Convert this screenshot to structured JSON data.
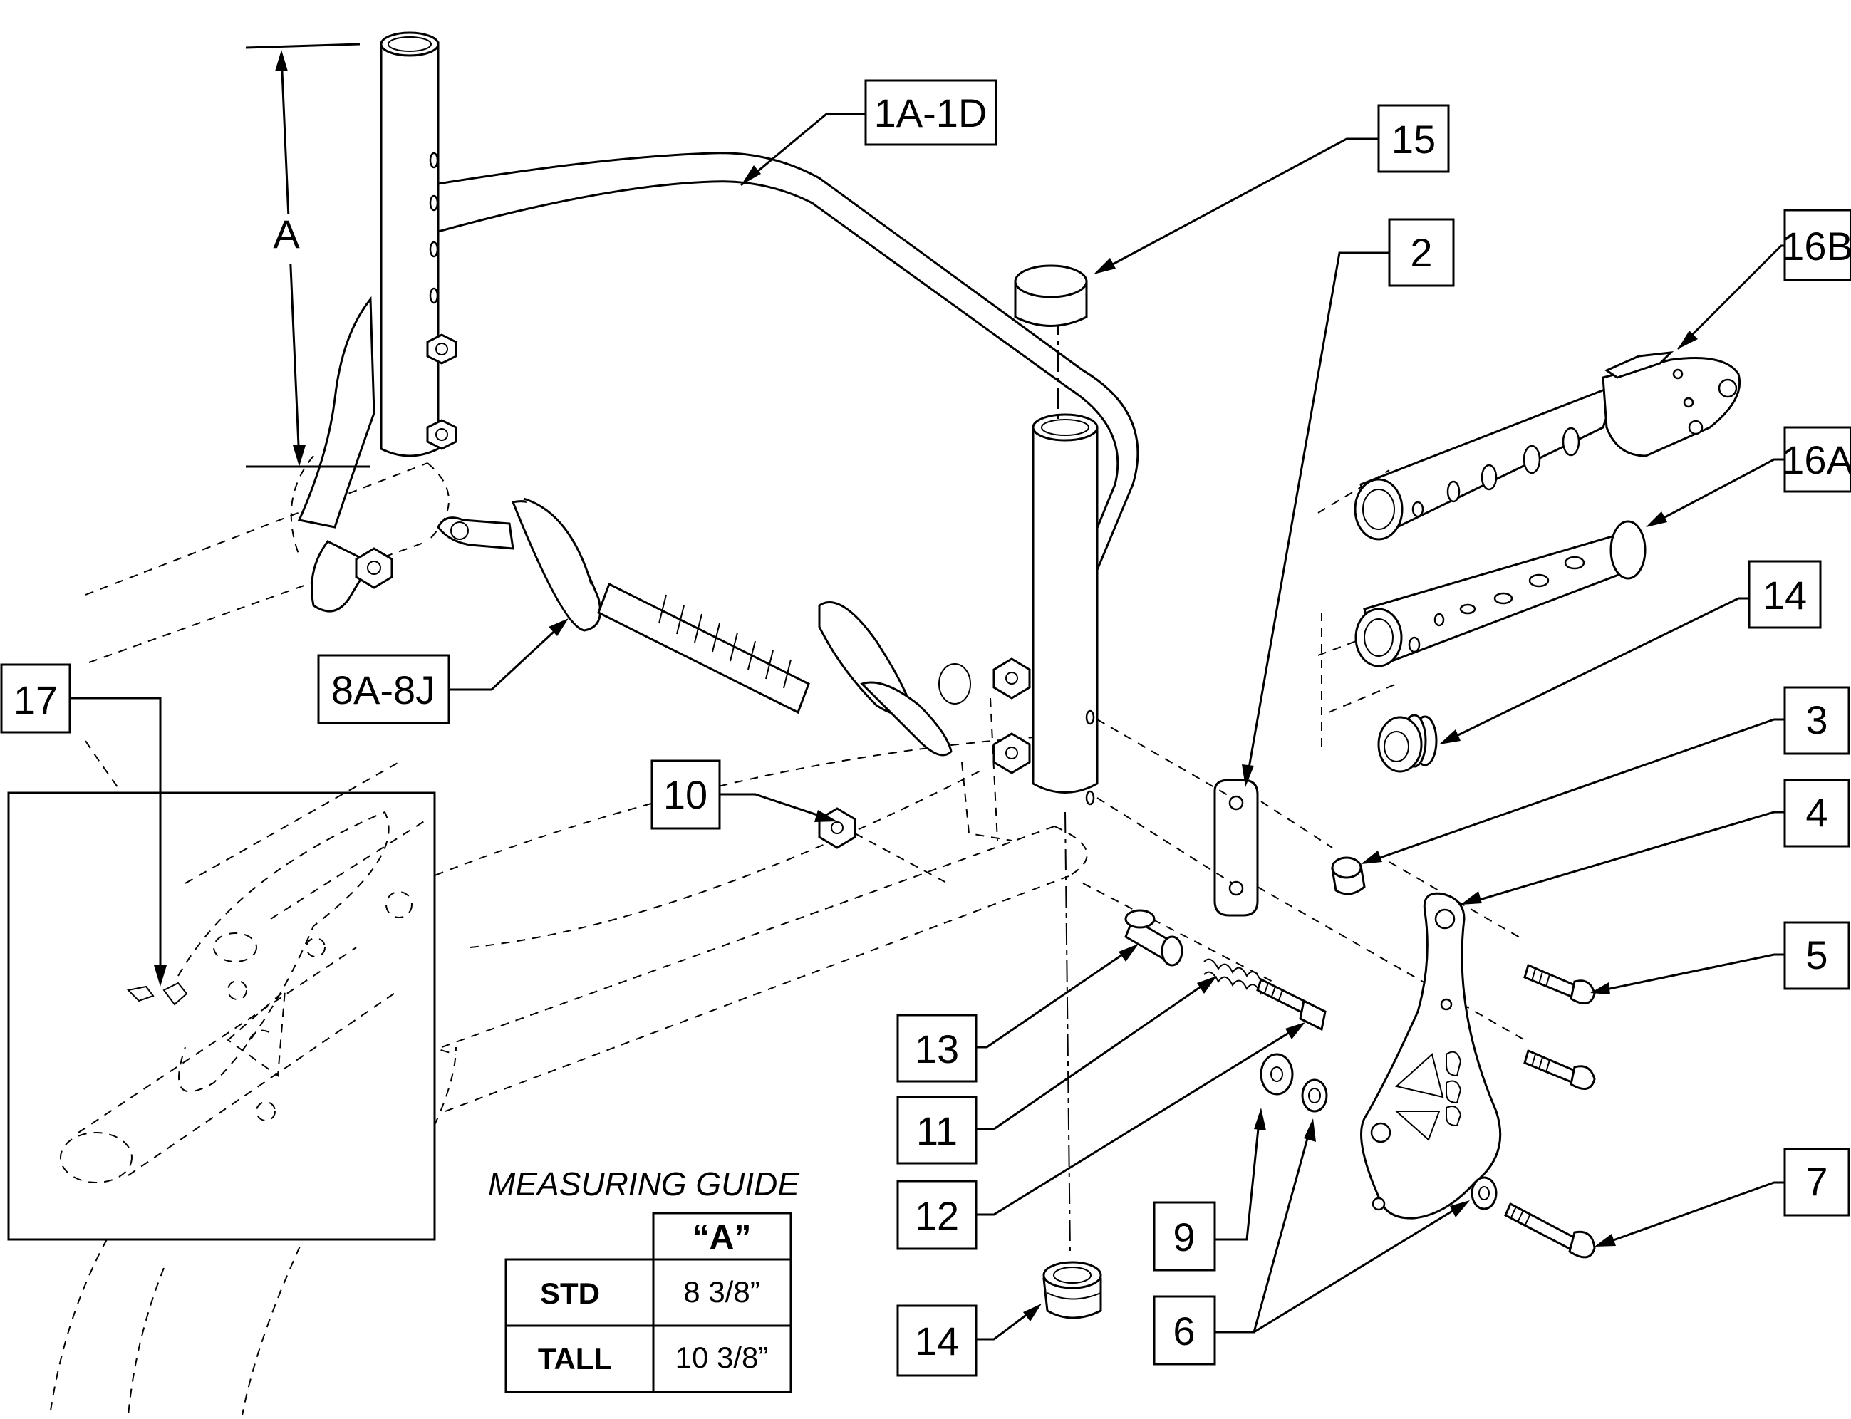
{
  "callouts": [
    {
      "id": "1A-1D",
      "label": "1A-1D"
    },
    {
      "id": "15",
      "label": "15"
    },
    {
      "id": "2",
      "label": "2"
    },
    {
      "id": "16B",
      "label": "16B"
    },
    {
      "id": "16A",
      "label": "16A"
    },
    {
      "id": "14-top",
      "label": "14"
    },
    {
      "id": "3",
      "label": "3"
    },
    {
      "id": "4",
      "label": "4"
    },
    {
      "id": "5",
      "label": "5"
    },
    {
      "id": "7",
      "label": "7"
    },
    {
      "id": "8A-8J",
      "label": "8A-8J"
    },
    {
      "id": "17",
      "label": "17"
    },
    {
      "id": "10",
      "label": "10"
    },
    {
      "id": "13",
      "label": "13"
    },
    {
      "id": "11",
      "label": "11"
    },
    {
      "id": "12",
      "label": "12"
    },
    {
      "id": "9",
      "label": "9"
    },
    {
      "id": "6",
      "label": "6"
    },
    {
      "id": "14-bottom",
      "label": "14"
    }
  ],
  "dimension": {
    "label": "A"
  },
  "measuring_guide": {
    "title": "MEASURING GUIDE",
    "column_header": "“A”",
    "rows": [
      {
        "label": "STD",
        "value": "8 3/8”"
      },
      {
        "label": "TALL",
        "value": "10 3/8”"
      }
    ]
  }
}
